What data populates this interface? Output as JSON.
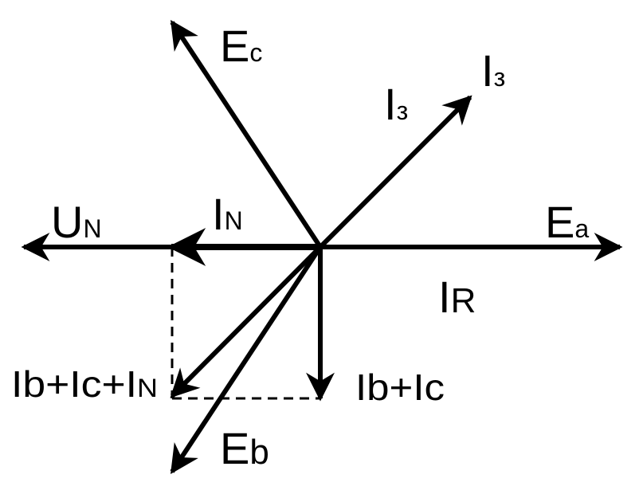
{
  "colors": {
    "stroke": "#000000",
    "background": "#ffffff"
  },
  "labels": {
    "ec": {
      "main": "E",
      "sub": "c"
    },
    "ea": {
      "main": "E",
      "sub": "a"
    },
    "eb": {
      "main": "E",
      "sub": "b"
    },
    "i3_outer": {
      "main": "I",
      "sub": "з"
    },
    "i3_inner": {
      "main": "I",
      "sub": "з"
    },
    "un": {
      "main": "U",
      "sub": "N"
    },
    "in": {
      "main": "I",
      "sub": "N"
    },
    "ir": {
      "main": "I",
      "sub": "R"
    },
    "ib_ic": "Ib+Ic",
    "ib_ic_in": {
      "main": "Ib+Ic+I",
      "sub": "N"
    }
  }
}
